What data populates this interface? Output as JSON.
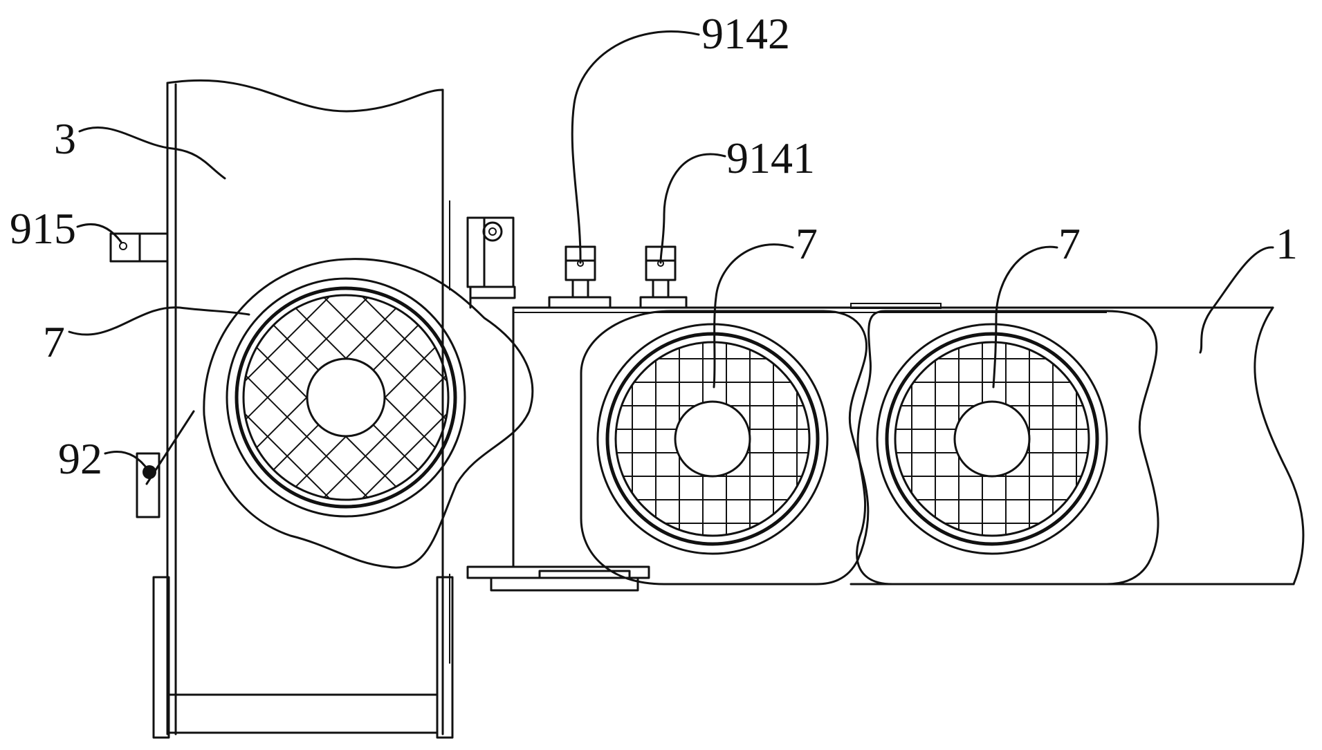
{
  "labels": {
    "frame": "3",
    "conveyor": "1",
    "part_top": "9142",
    "part_mid": "9141",
    "part_left": "915",
    "part_sensor": "92",
    "box_left": "7",
    "box_mid": "7",
    "box_right": "7"
  },
  "colors": {
    "stroke": "#111111",
    "background": "#ffffff"
  }
}
